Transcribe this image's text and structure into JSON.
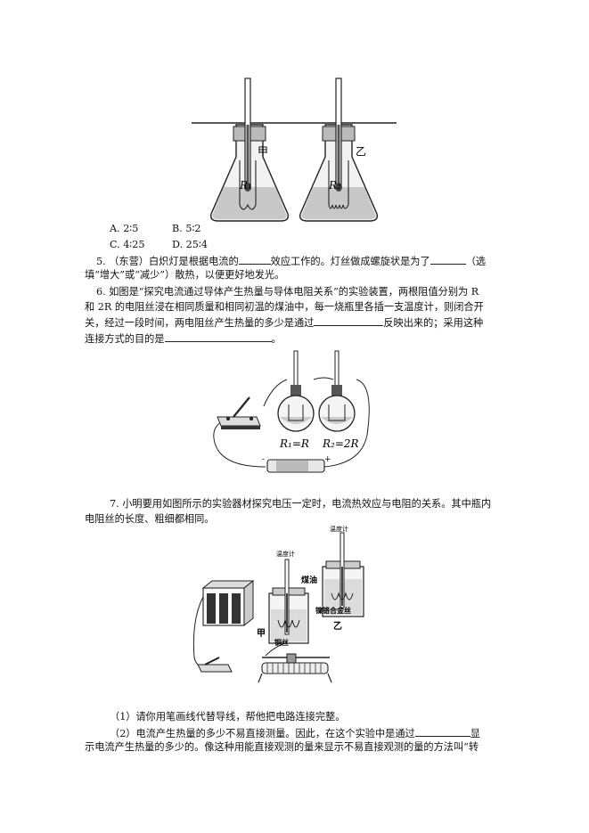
{
  "fig1": {
    "label_jia": "甲",
    "label_yi": "乙",
    "label_r1": "R₁",
    "label_r2": "R₂"
  },
  "choices": {
    "a": "A. 2∶5",
    "b": "B. 5∶2",
    "c": "C. 4∶25",
    "d": "D. 25∶4"
  },
  "q5": {
    "l1a": "5. （东营）白炽灯是根据电流的",
    "l1b": "效应工作的。灯丝做成螺旋状是为了",
    "l1c": "（选",
    "l2": "填“增大”或“减少”）散热，以便更好地发光。"
  },
  "q6": {
    "l1": "6. 如图是“探究电流通过导体产生热量与导体电阻关系”的实验装置，两根阻值分别为 R",
    "l2": "和 2R 的电阻丝浸在相同质量和相同初温的煤油中，每一烧瓶里各插一支温度计，则闭合开",
    "l3a": "关，经过一段时间，两电阻丝产生热量的多少是通过",
    "l3b": "反映出来的；采用这种",
    "l4a": "连接方式的目的是",
    "l4b": "。"
  },
  "fig2": {
    "r1": "R₁=R",
    "r2": "R₂=2R"
  },
  "q7": {
    "l1": "7. 小明要用如图所示的实验器材探究电压一定时，电流热效应与电阻的关系。其中瓶内",
    "l2": "电阻丝的长度、粗细都相同。"
  },
  "fig3": {
    "thermo1": "温度计",
    "thermo2": "温度计",
    "kerosene": "煤油",
    "nichrome": "镍铬合金丝",
    "copper": "铜丝",
    "jia": "甲",
    "yi": "乙"
  },
  "q7sub": {
    "p1": "（1）请你用笔画线代替导线，帮他把电路连接完整。",
    "p2a": "（2）电流产生热量的多少不易直接测量。因此，在这个实验中是通过",
    "p2b": "显",
    "p3": "示电流产生热量的多少的。像这种用能直接观测的量来显示不易直接观测的量的方法叫“转"
  }
}
